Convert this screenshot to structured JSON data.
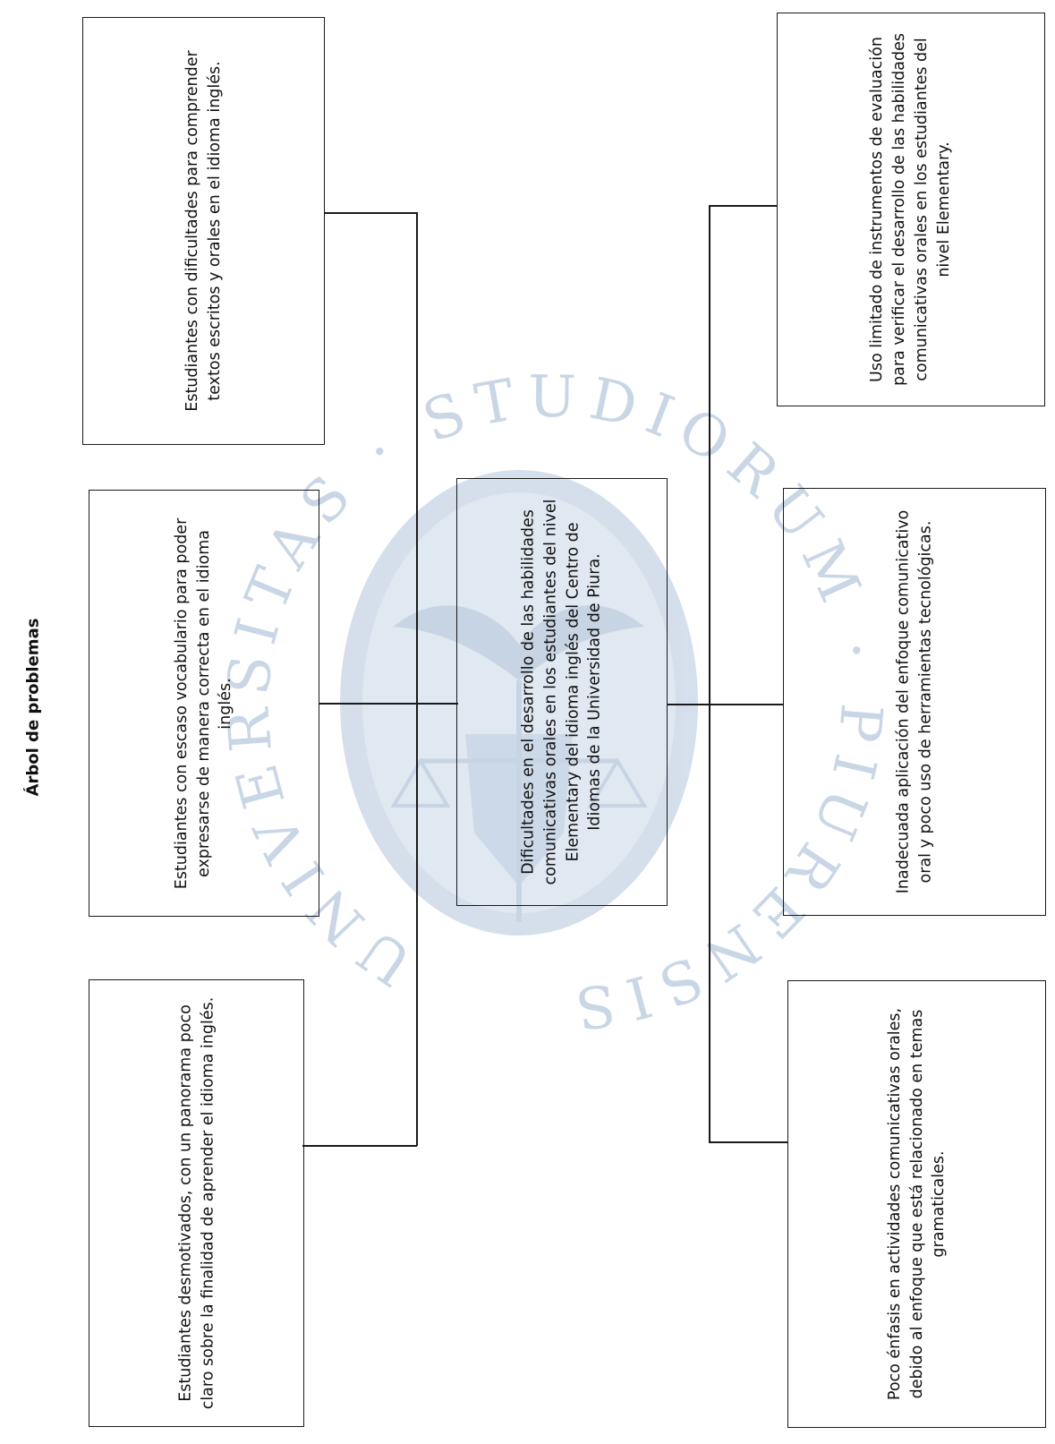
{
  "title": "Árbol de problemas",
  "center": "Dificultades en el desarrollo de las habilidades comunicativas orales en los estudiantes del nivel Elementary del idioma inglés del Centro de Idiomas de la Universidad de Piura.",
  "left_boxes": [
    {
      "text": "Estudiantes con dificultades para comprender textos escritos y orales en el idioma inglés."
    },
    {
      "text": "Estudiantes con escaso vocabulario para poder expresarse de manera correcta en el idioma inglés."
    },
    {
      "text": "Estudiantes desmotivados, con un panorama poco claro sobre la finalidad de aprender el idioma inglés."
    }
  ],
  "right_boxes": [
    {
      "text": "Uso limitado de instrumentos de evaluación para verificar el desarrollo de las habilidades comunicativas orales en los estudiantes del nivel Elementary."
    },
    {
      "text": "Inadecuada aplicación del enfoque comunicativo oral y poco uso de herramientas tecnológicas."
    },
    {
      "text": "Poco énfasis en actividades comunicativas orales, debido al enfoque que está relacionado en temas gramaticales."
    }
  ],
  "watermark": {
    "text": "UNIVERSITAS · STUDIORUM · PIURENSIS",
    "color": "#c9d6e6"
  }
}
